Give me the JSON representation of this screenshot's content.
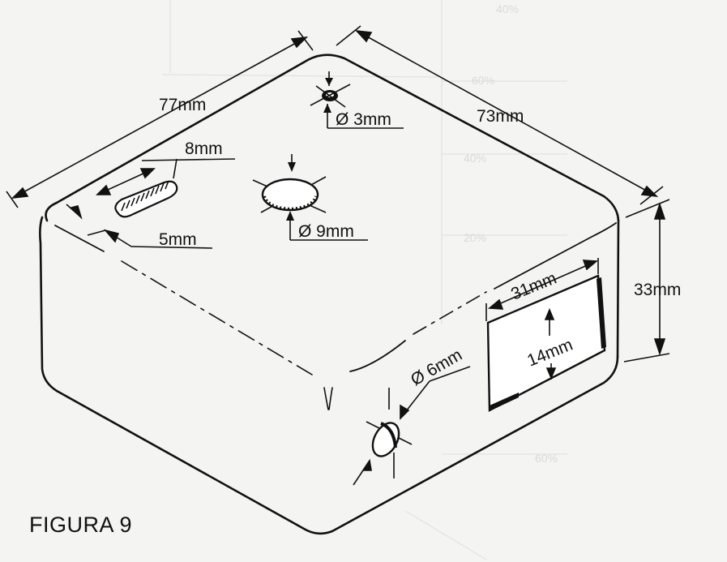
{
  "figure": {
    "caption": "FIGURA 9"
  },
  "dimensions": {
    "length_top_left": "77mm",
    "length_top_right": "73mm",
    "height": "33mm",
    "slot_length": "8mm",
    "slot_offset": "5mm",
    "hole_small": "Ø 3mm",
    "hole_medium": "Ø 9mm",
    "hole_side": "Ø 6mm",
    "window_width": "31mm",
    "window_height": "14mm"
  },
  "colors": {
    "ink": "#111111",
    "paper": "#f4f4f2"
  }
}
